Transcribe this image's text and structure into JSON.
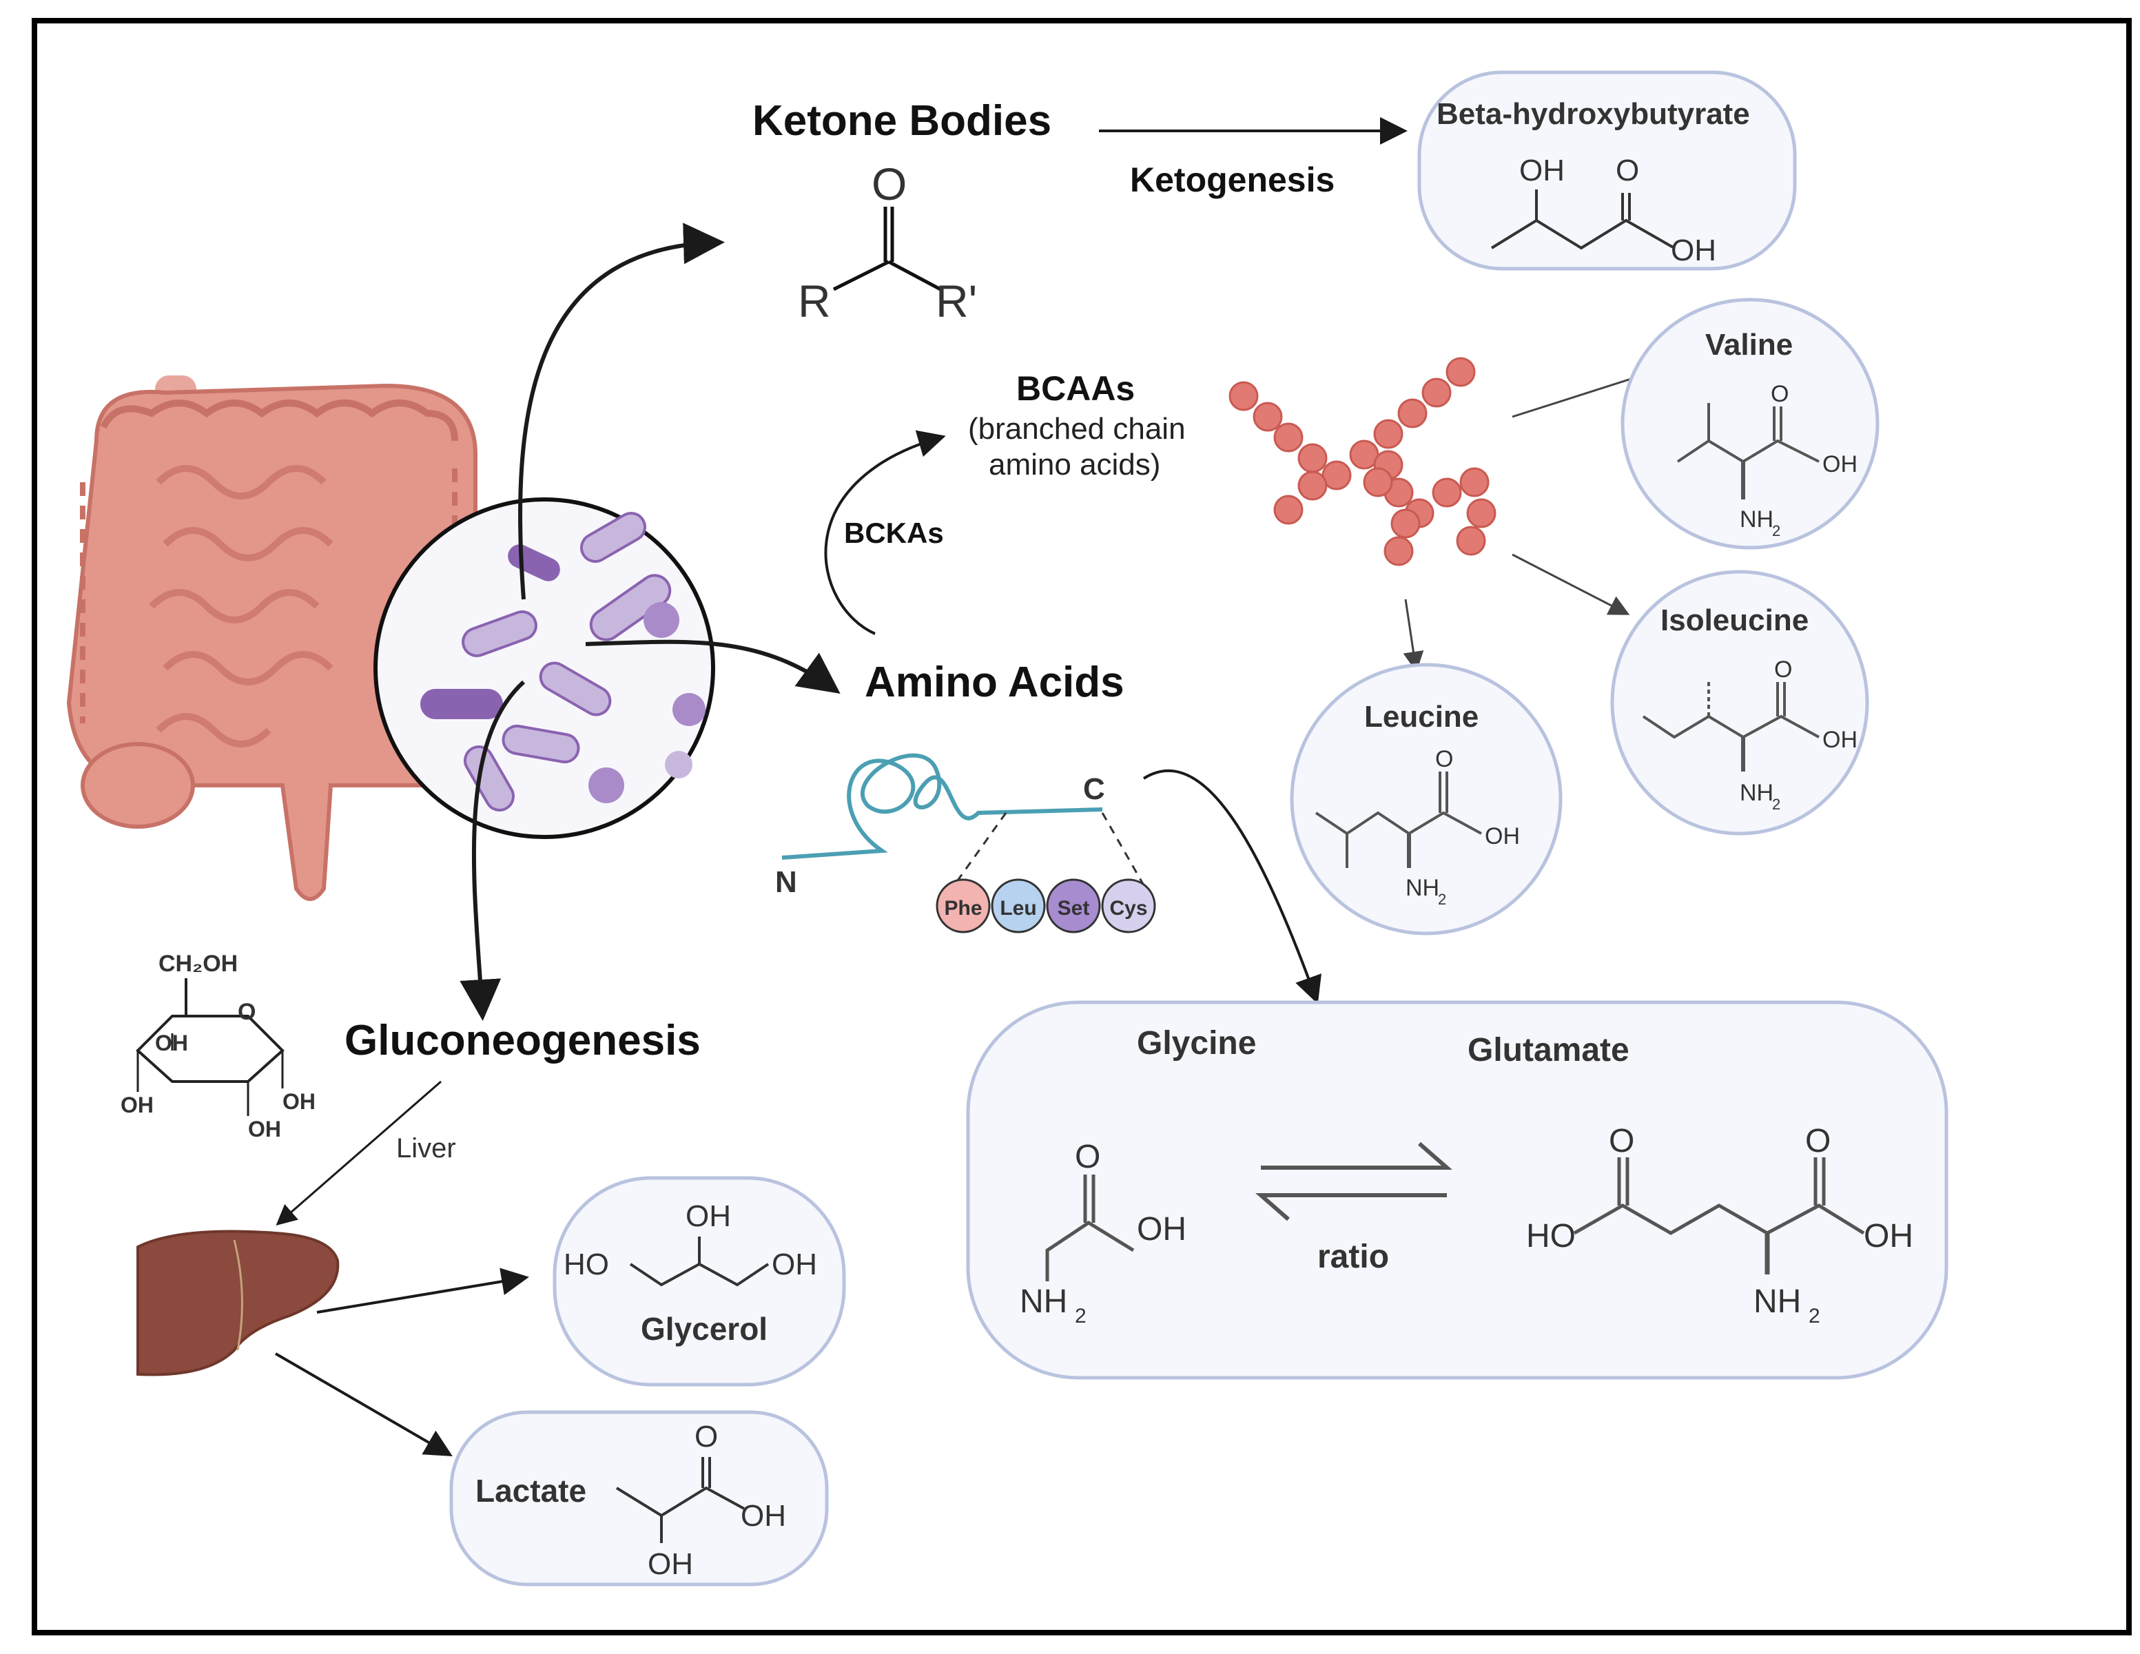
{
  "title": "",
  "labels": {
    "ketone_bodies": "Ketone Bodies",
    "ketogenesis": "Ketogenesis",
    "beta_hydroxybutyrate": "Beta-hydroxybutyrate",
    "bcaas": "BCAAs",
    "bcaas_sub1": "(branched chain",
    "bcaas_sub2": "amino acids)",
    "bckas": "BCKAs",
    "amino_acids": "Amino Acids",
    "valine": "Valine",
    "isoleucine": "Isoleucine",
    "leucine": "Leucine",
    "gluconeogenesis": "Gluconeogenesis",
    "liver": "Liver",
    "glycerol": "Glycerol",
    "lactate": "Lactate",
    "glycine": "Glycine",
    "glutamate": "Glutamate",
    "ratio": "ratio",
    "protein_n": "N",
    "protein_c": "C"
  },
  "residues": [
    "Phe",
    "Leu",
    "Set",
    "Cys"
  ],
  "chem": {
    "O": "O",
    "R": "R",
    "R_prime": "R'",
    "OH": "OH",
    "HO": "HO",
    "NH2": "NH",
    "sub2": "2",
    "CH2OH": "CH₂OH",
    "ring_O": "O"
  },
  "colors": {
    "frame": "#000000",
    "box_border": "#b9c3df",
    "box_fill": "#f5f7fc",
    "oxygen": "#e05a5a",
    "nitrogen": "#4a7fc1",
    "intestine": "#e3968a",
    "liver": "#8b4a3d",
    "bacteria_light": "#c8b7dd",
    "bacteria_dark": "#8a63b0",
    "protein": "#4b9fb3",
    "bead": "#e07a72"
  }
}
